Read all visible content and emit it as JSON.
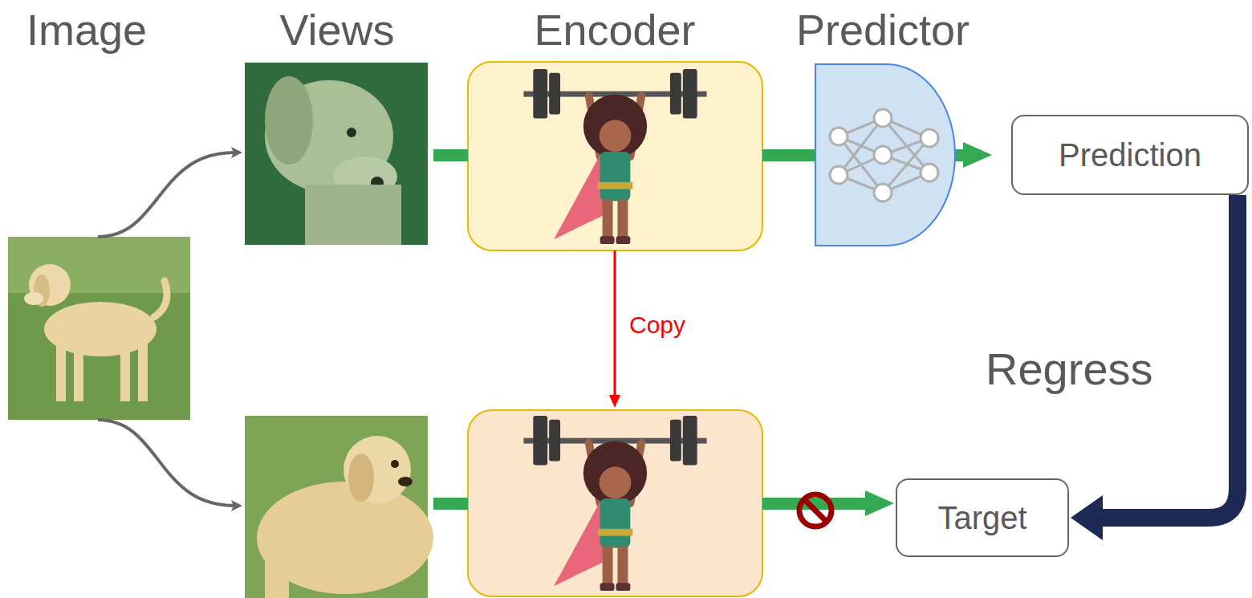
{
  "diagram": {
    "nodes": [
      {
        "text": [
          "Prediction"
        ]
      },
      {
        "text": [
          "Target"
        ]
      }
    ],
    "edges": [
      {
        "from": 0,
        "to": 1,
        "arrow": "to",
        "label": "Regress"
      }
    ],
    "labels": [
      "Image",
      "Views",
      "Encoder",
      "Predictor",
      "Copy"
    ]
  }
}
